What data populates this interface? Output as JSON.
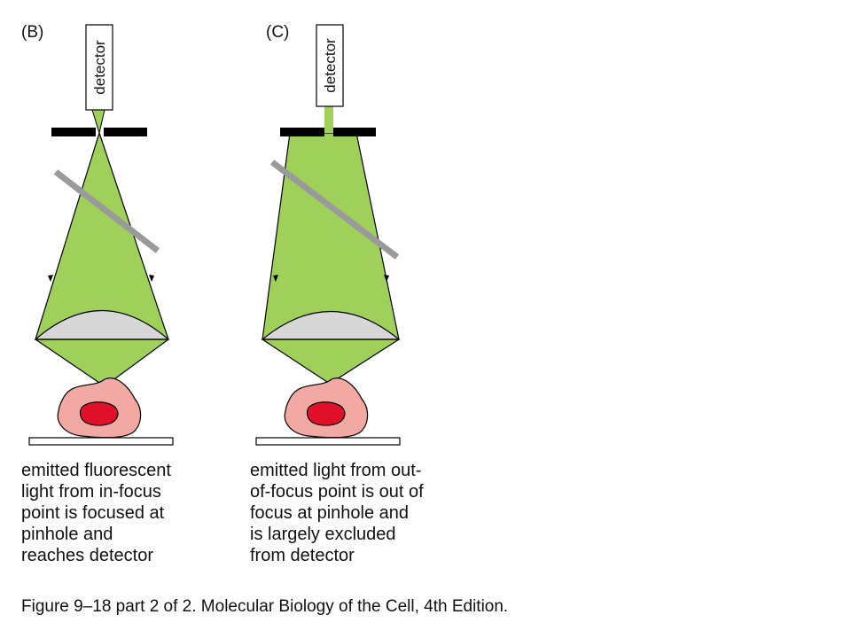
{
  "panels": [
    {
      "label": "(B)",
      "detector_label": "detector",
      "caption": "emitted fluorescent\nlight from in-focus\npoint is focused at\npinhole and\nreaches detector"
    },
    {
      "label": "(C)",
      "detector_label": "detector",
      "caption": "emitted light from out-\nof-focus point is out of\nfocus at pinhole and\nis largely excluded\nfrom detector"
    }
  ],
  "figure_credit": "Figure 9–18 part 2 of 2. Molecular Biology of the Cell, 4th Edition.",
  "colors": {
    "light_cone": "#9fd05a",
    "lens": "#d7d7d7",
    "mirror": "#9a9a9a",
    "pinhole_plate": "#000000",
    "cell": "#f3a9a3",
    "nucleus": "#e0102a",
    "slide": "#ffffff"
  }
}
